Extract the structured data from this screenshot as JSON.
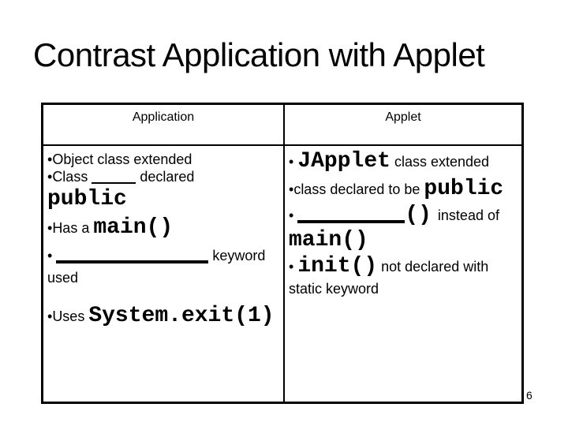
{
  "title": "Contrast Application with Applet",
  "page": {
    "number": "6"
  },
  "table": {
    "headers": {
      "left": "Application",
      "right": "Applet"
    },
    "left_cell": {
      "line1": {
        "bullet": "•",
        "text": "Object class extended"
      },
      "line2": {
        "bullet": "•",
        "pre": "Class ",
        "post": " declared"
      },
      "line3": {
        "code": "public"
      },
      "line4": {
        "bullet": "•",
        "pre": "Has a ",
        "code": "main()"
      },
      "line5": {
        "bullet": "• ",
        "post": " keyword"
      },
      "line6": {
        "text": "used"
      },
      "line7": {
        "bullet": "•",
        "pre": "Uses ",
        "code": "System.exit(1)"
      }
    },
    "right_cell": {
      "line1": {
        "bullet": "• ",
        "code": "JApplet",
        "post": " class extended"
      },
      "line2": {
        "bullet": "•",
        "pre": "class declared to be ",
        "code": "public"
      },
      "line3": {
        "bullet": "• ",
        "code": "()",
        "post": "instead of"
      },
      "line4": {
        "code": "main()"
      },
      "line5": {
        "bullet": "• ",
        "code": "init()",
        "post": " not declared with"
      },
      "line6": {
        "text": "static keyword"
      }
    }
  }
}
